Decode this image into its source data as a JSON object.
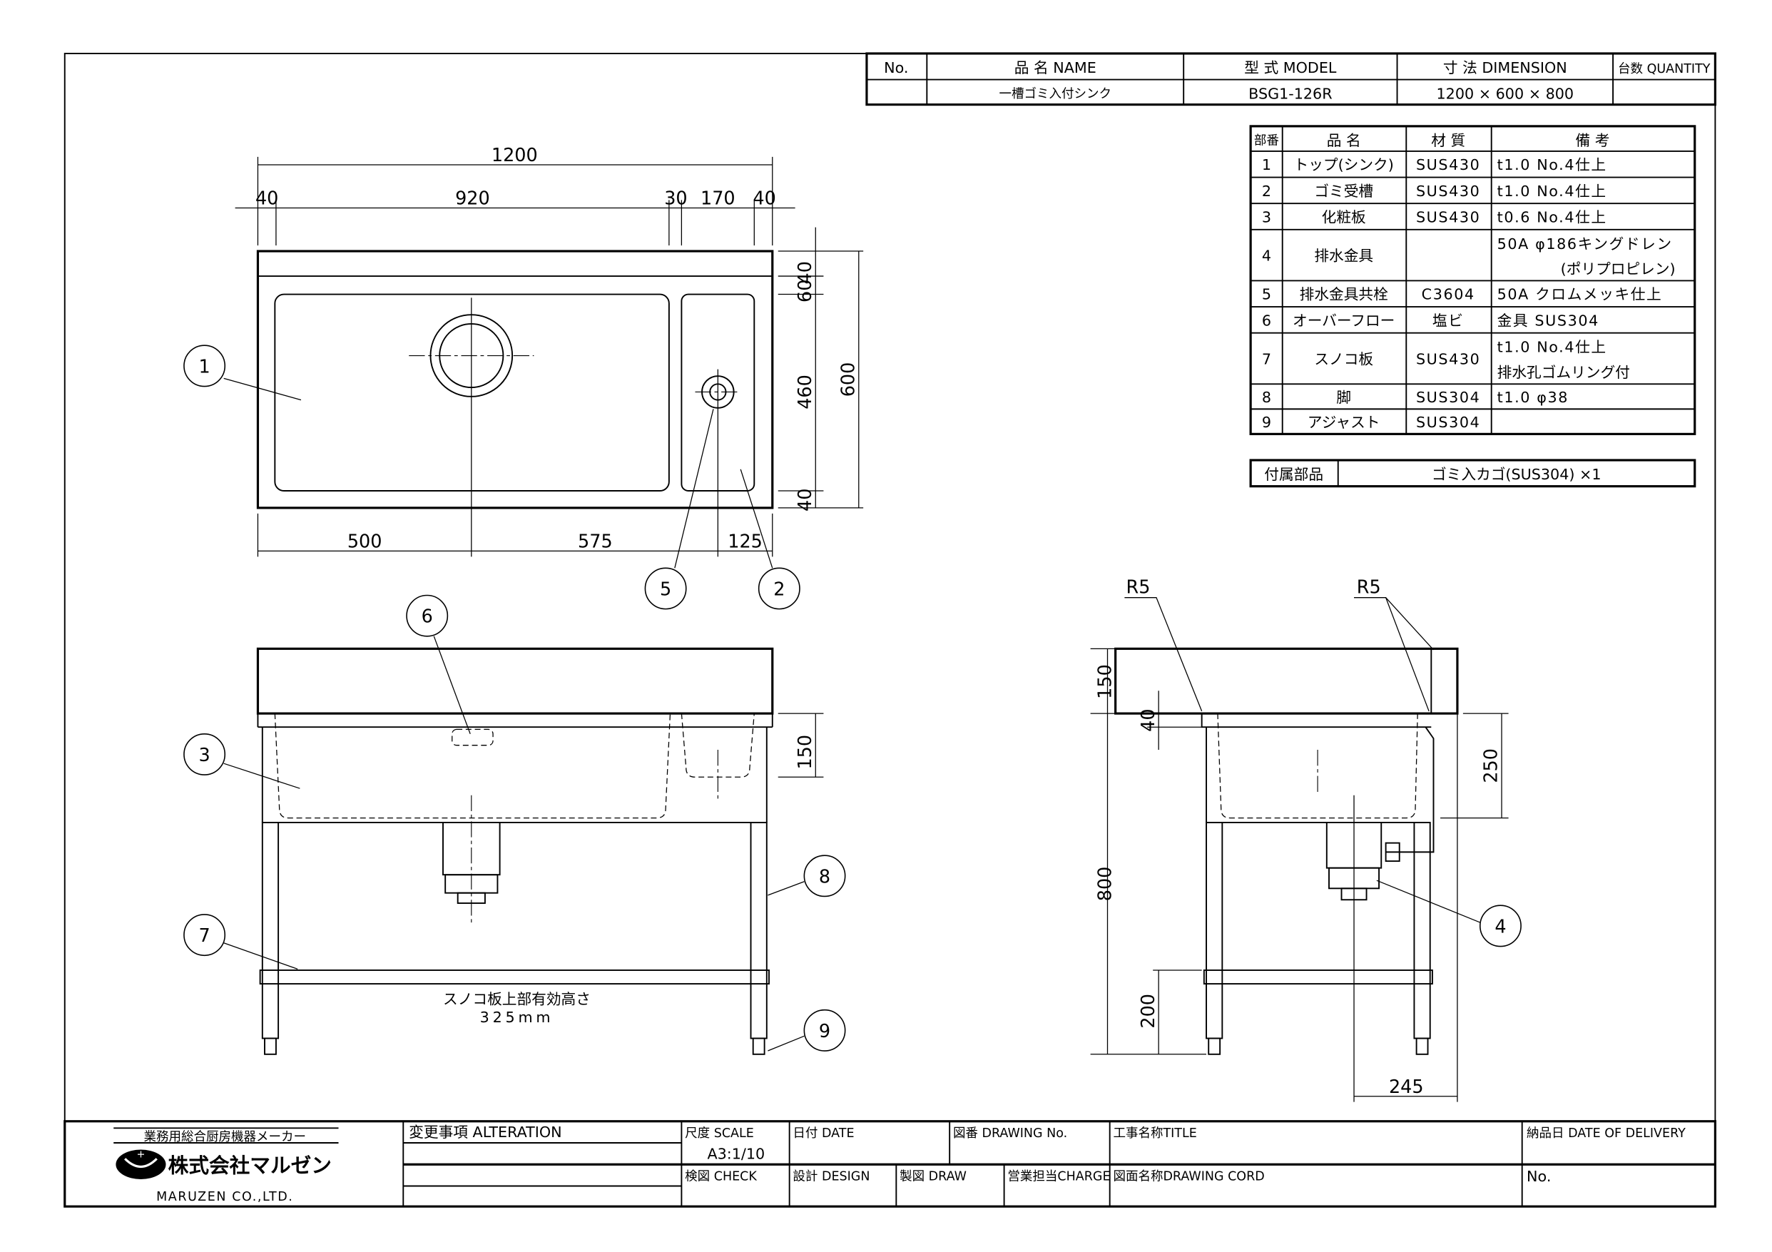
{
  "header_table": {
    "headers": [
      "No.",
      "品 名 NAME",
      "型 式 MODEL",
      "寸 法 DIMENSION",
      "台数 QUANTITY"
    ],
    "row": {
      "no": "",
      "name": "一槽ゴミ入付シンク",
      "model": "BSG1-126R",
      "dimension": "1200 × 600 × 800",
      "quantity": ""
    }
  },
  "parts_table": {
    "headers": [
      "部番",
      "品 名",
      "材 質",
      "備 考"
    ],
    "rows": [
      {
        "no": "1",
        "name": "トップ(シンク)",
        "material": "SUS430",
        "note": "t1.0 No.4仕上",
        "note2": ""
      },
      {
        "no": "2",
        "name": "ゴミ受槽",
        "material": "SUS430",
        "note": "t1.0 No.4仕上",
        "note2": ""
      },
      {
        "no": "3",
        "name": "化粧板",
        "material": "SUS430",
        "note": "t0.6 No.4仕上",
        "note2": ""
      },
      {
        "no": "4",
        "name": "排水金具",
        "material": "",
        "note": "50A φ186キングドレン",
        "note2": "(ポリプロピレン)"
      },
      {
        "no": "5",
        "name": "排水金具共栓",
        "material": "C3604",
        "note": "50A クロムメッキ仕上",
        "note2": ""
      },
      {
        "no": "6",
        "name": "オーバーフロー",
        "material": "塩ビ",
        "note": "金具 SUS304",
        "note2": ""
      },
      {
        "no": "7",
        "name": "スノコ板",
        "material": "SUS430",
        "note": "t1.0 No.4仕上",
        "note2": "排水孔ゴムリング付"
      },
      {
        "no": "8",
        "name": "脚",
        "material": "SUS304",
        "note": "t1.0 φ38",
        "note2": ""
      },
      {
        "no": "9",
        "name": "アジャスト",
        "material": "SUS304",
        "note": "",
        "note2": ""
      }
    ],
    "accessory_label": "付属部品",
    "accessory_value": "ゴミ入カゴ(SUS304)  ×1"
  },
  "top_view": {
    "overall": "1200",
    "widths": [
      "40",
      "920",
      "30",
      "170",
      "40"
    ],
    "depths": [
      "40",
      "60",
      "460",
      "40"
    ],
    "depth_total": "600",
    "bottom": [
      "500",
      "575",
      "125"
    ]
  },
  "front_view": {
    "dim_150": "150",
    "note_line1": "スノコ板上部有効高さ",
    "note_line2": "325mm"
  },
  "side_view": {
    "r_left": "R5",
    "r_right": "R5",
    "dims": {
      "d150": "150",
      "d40": "40",
      "d800": "800",
      "d200": "200",
      "d250": "250",
      "d245": "245"
    }
  },
  "balloons": [
    "1",
    "2",
    "3",
    "4",
    "5",
    "6",
    "7",
    "8",
    "9"
  ],
  "title_block": {
    "company_tagline": "業務用総合厨房機器メーカー",
    "company_name": "株式会社マルゼン",
    "company_en": "MARUZEN CO.,LTD.",
    "alteration": "変更事項  ALTERATION",
    "scale_label": "尺度 SCALE",
    "scale_value": "A3:1/10",
    "date": "日付 DATE",
    "drawing_no": "図番 DRAWING No.",
    "title": "工事名称TITLE",
    "delivery": "納品日  DATE OF DELIVERY",
    "check": "検図 CHECK",
    "design": "設計 DESIGN",
    "draw": "製図 DRAW",
    "charge": "営業担当CHARGE",
    "drawing_cord": "図面名称DRAWING CORD",
    "no": "No."
  }
}
